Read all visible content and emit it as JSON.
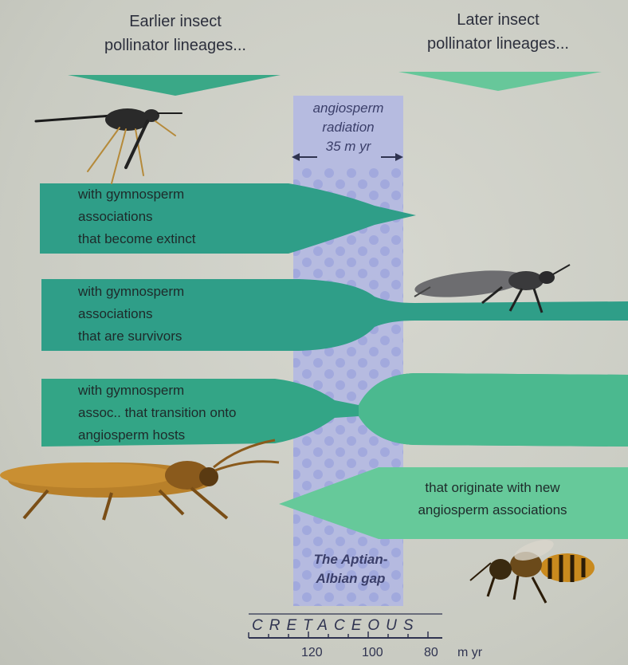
{
  "header": {
    "left_line1": "Earlier insect",
    "left_line2": "pollinator lineages...",
    "right_line1": "Later insect",
    "right_line2": "pollinator lineages..."
  },
  "radiation": {
    "line1": "angiosperm",
    "line2": "radiation",
    "duration": "35 m yr"
  },
  "bands": [
    {
      "lines": [
        "with gymnosperm",
        "associations",
        "that become extinct"
      ]
    },
    {
      "lines": [
        "with gymnosperm",
        "associations",
        "that are survivors"
      ]
    },
    {
      "lines": [
        "with gymnosperm",
        "assoc.. that transition onto",
        "angiosperm hosts"
      ]
    },
    {
      "lines": [
        "that originate with new",
        "angiosperm associations"
      ]
    }
  ],
  "gap_label": {
    "line1": "The Aptian-",
    "line2": "Albian gap"
  },
  "timeline": {
    "period": "CRETACEOUS",
    "ticks": [
      "120",
      "100",
      "80"
    ],
    "unit": "m yr"
  },
  "colors": {
    "band": "#2f9e88",
    "band_light": "#62c79a",
    "radiation_strip": "#b3b8e2",
    "dots": "#9aa2dc"
  },
  "icons": [
    "scorpionfly-icon",
    "sawfly-icon",
    "beetle-icon",
    "bee-icon"
  ]
}
